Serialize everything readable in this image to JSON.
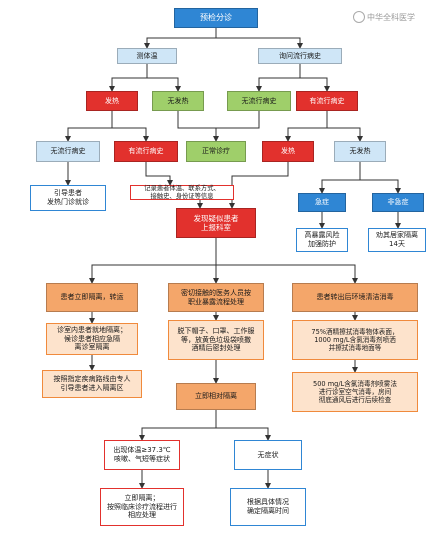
{
  "watermark": {
    "text": "中华全科医学"
  },
  "nodes": {
    "start": "预检分诊",
    "temp": "测体温",
    "ask_history": "询问流行病史",
    "fever_a": "发热",
    "no_fever_a": "无发热",
    "no_epi_a": "无流行病史",
    "has_epi_a": "有流行病史",
    "no_epi_b": "无流行病史",
    "has_epi_b": "有流行病史",
    "normal": "正常诊疗",
    "fever_b": "发热",
    "no_fever_b": "无发热",
    "guide_fever": "引导患者\n发热门诊就诊",
    "record": "记录患者体温、联系方式、\n接触史、身份证等信息",
    "urgent": "急症",
    "non_urgent": "非急症",
    "high_risk": "高暴露风险\n加强防护",
    "home_isolate": "劝其居家隔离\n14天",
    "suspect": "发现疑似患者\n上报科室",
    "col1_head": "患者立即隔离，转运",
    "col1_b": "诊室内患者就地隔离；\n候诊患者相应急隔\n离诊室隔离",
    "col1_c": "按照指定疾病路线由专人\n引导患者进入隔离区",
    "col2_head": "密切接触的医务人员按\n职业暴露流程处理",
    "col2_b": "脱下帽子、口罩、工作服\n等，放黄色垃圾袋喷撒\n酒精后密封处理",
    "col2_c": "立即相对隔离",
    "col3_head": "患者转出后环境清洁消毒",
    "col3_b": "75%酒精擦拭消毒物体表面，\n1000 mg/L含氯消毒剂喷洒\n并擦拭消毒地面等",
    "col3_c": "500 mg/L含氯消毒剂喷雾法\n进行诊室空气消毒，房间\n彻底通风后进行后续检查",
    "symptom": "出现体温≥37.3℃\n咳嗽、气短等症状",
    "no_symptom": "无症状",
    "iso_now": "立即隔离；\n按照临床诊疗流程进行\n相应处理",
    "decide": "根据具体情况\n确定隔离时间"
  }
}
